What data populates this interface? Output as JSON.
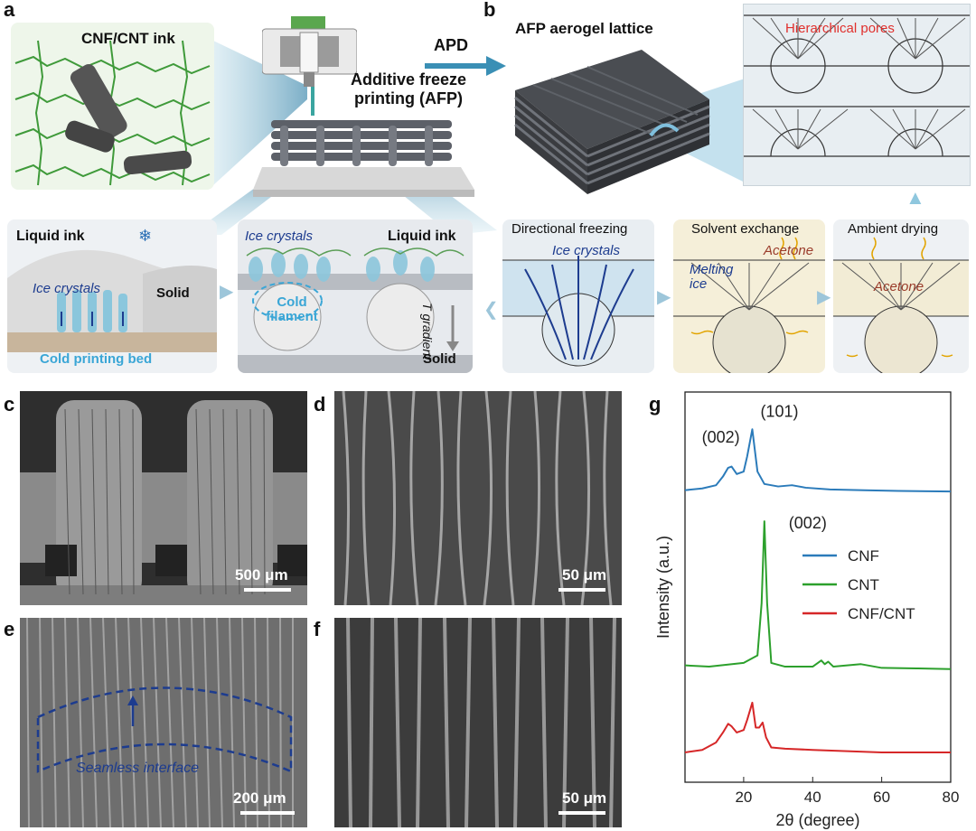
{
  "labels": {
    "a": "a",
    "b": "b",
    "c": "c",
    "d": "d",
    "e": "e",
    "f": "f",
    "g": "g"
  },
  "panel_a": {
    "ink_title": "CNF/CNT ink",
    "afp_title_line1": "Additive freeze",
    "afp_title_line2": "printing (AFP)",
    "apd": "APD",
    "liquid_ink": "Liquid ink",
    "ice_crystals": "Ice crystals",
    "solid": "Solid",
    "cold_bed": "Cold printing bed",
    "ice_crystals_2": "Ice crystals",
    "liquid_ink_2": "Liquid ink",
    "cold_filament_1": "Cold",
    "cold_filament_2": "filament",
    "t_gradient": "T gradient",
    "solid_2": "Solid"
  },
  "panel_b": {
    "lattice_title": "AFP aerogel lattice",
    "hierarchical_pores": "Hierarchical pores",
    "directional_freezing": "Directional freezing",
    "ice_crystals": "Ice crystals",
    "solvent_exchange": "Solvent exchange",
    "melting_1": "Melting",
    "melting_2": "ice",
    "acetone_1": "Acetone",
    "ambient_drying": "Ambient drying",
    "acetone_2": "Acetone"
  },
  "sem": {
    "c_scale": "500 μm",
    "d_scale": "50 μm",
    "e_scale": "200 μm",
    "e_annotation": "Seamless interface",
    "f_scale": "50 μm"
  },
  "chart_data": {
    "type": "line",
    "xlabel": "2θ (degree)",
    "ylabel": "Intensity (a.u.)",
    "xlim": [
      3,
      80
    ],
    "xticks": [
      "20",
      "40",
      "60",
      "80"
    ],
    "grid": false,
    "legend_position": "right-middle",
    "series": [
      {
        "name": "CNF",
        "color": "#2b7bba",
        "x": [
          3,
          8,
          12,
          14,
          15.5,
          16.5,
          18,
          20,
          21,
          22.5,
          24,
          26,
          30,
          34,
          38,
          45,
          55,
          65,
          80
        ],
        "y": [
          0.255,
          0.262,
          0.275,
          0.31,
          0.345,
          0.35,
          0.32,
          0.33,
          0.39,
          0.5,
          0.33,
          0.28,
          0.27,
          0.275,
          0.265,
          0.258,
          0.255,
          0.252,
          0.25
        ]
      },
      {
        "name": "CNT",
        "color": "#2ca02c",
        "x": [
          3,
          10,
          20,
          24,
          25.2,
          26,
          26.8,
          28,
          32,
          40,
          42.5,
          43.5,
          44.5,
          46,
          54,
          60,
          70,
          80
        ],
        "y": [
          -0.45,
          -0.455,
          -0.44,
          -0.41,
          -0.2,
          0.13,
          -0.2,
          -0.44,
          -0.455,
          -0.455,
          -0.43,
          -0.445,
          -0.435,
          -0.455,
          -0.445,
          -0.46,
          -0.462,
          -0.465
        ]
      },
      {
        "name": "CNF/CNT",
        "color": "#d62728",
        "x": [
          3,
          8,
          12,
          14,
          15.5,
          16.5,
          18,
          20,
          21,
          22.5,
          23.5,
          24.5,
          25.5,
          26.5,
          28,
          32,
          40,
          50,
          60,
          80
        ],
        "y": [
          -0.8,
          -0.79,
          -0.76,
          -0.72,
          -0.685,
          -0.695,
          -0.72,
          -0.71,
          -0.67,
          -0.6,
          -0.7,
          -0.7,
          -0.68,
          -0.74,
          -0.78,
          -0.785,
          -0.79,
          -0.795,
          -0.8,
          -0.8
        ]
      }
    ],
    "annotations": [
      {
        "text": "(002)",
        "series": "CNF",
        "x": 16
      },
      {
        "text": "(101)",
        "series": "CNF",
        "x": 22.5
      },
      {
        "text": "(002)",
        "series": "CNT",
        "x": 26
      }
    ]
  },
  "colors": {
    "cnf": "#2b7bba",
    "cnt": "#2ca02c",
    "cnfcnt": "#d62728",
    "ice_text": "#1d3c8f",
    "acetone_text": "#9a3b2a",
    "pores_text": "#e0302d",
    "bed": "#3aa6d6"
  }
}
